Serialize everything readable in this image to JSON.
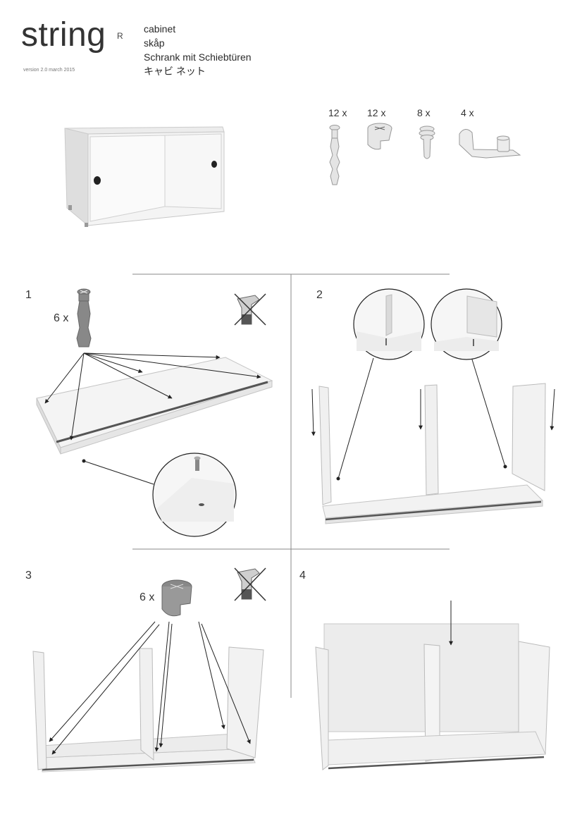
{
  "header": {
    "brand": "string",
    "brand_mark": "R",
    "version": "version 2.0 march 2015",
    "titles": [
      "cabinet",
      "skåp",
      "Schrank mit Schiebtüren",
      "キャビ ネット"
    ]
  },
  "parts": [
    {
      "qty": "12 x",
      "icon": "dowel-screw-icon"
    },
    {
      "qty": "12 x",
      "icon": "cam-lock-icon"
    },
    {
      "qty": "8 x",
      "icon": "connector-bolt-icon"
    },
    {
      "qty": "4 x",
      "icon": "wall-hook-icon"
    }
  ],
  "steps": [
    {
      "number": "1",
      "multiplier": "6 x",
      "no_drill": true
    },
    {
      "number": "2"
    },
    {
      "number": "3",
      "multiplier": "6 x",
      "no_drill": true
    },
    {
      "number": "4"
    }
  ]
}
